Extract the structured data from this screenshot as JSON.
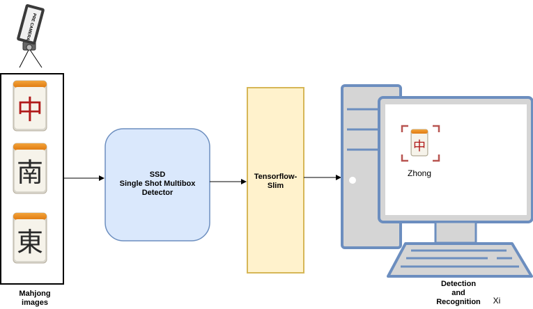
{
  "camera": {
    "label": "CAMERA",
    "brand": "PRE",
    "icon": "camera-icon"
  },
  "tiles": [
    {
      "glyph": "中",
      "color": "#b01a1a",
      "icon": "mahjong-tile-zhong"
    },
    {
      "glyph": "南",
      "color": "#2a2a2a",
      "icon": "mahjong-tile-nan"
    },
    {
      "glyph": "東",
      "color": "#2a2a2a",
      "icon": "mahjong-tile-dong"
    }
  ],
  "input_label": [
    "Mahjong",
    "images"
  ],
  "ssd": {
    "line1": "SSD",
    "line2": "Single Shot Multibox",
    "line3": "Detector"
  },
  "slim": {
    "line1": "Tensorflow-",
    "line2": "Slim"
  },
  "screen": {
    "detected_glyph": "中",
    "detected_label": "Zhong"
  },
  "output_label": [
    "Detection",
    "and",
    "Recognition"
  ],
  "xi_label": "Xi",
  "colors": {
    "ssd_fill": "#dae8fc",
    "ssd_stroke": "#6c8ebf",
    "slim_fill": "#fff2cc",
    "slim_stroke": "#d6b656",
    "monitor_fill": "#d5d5d5",
    "monitor_stroke": "#6c8ebf",
    "detect_box": "#b85450"
  }
}
